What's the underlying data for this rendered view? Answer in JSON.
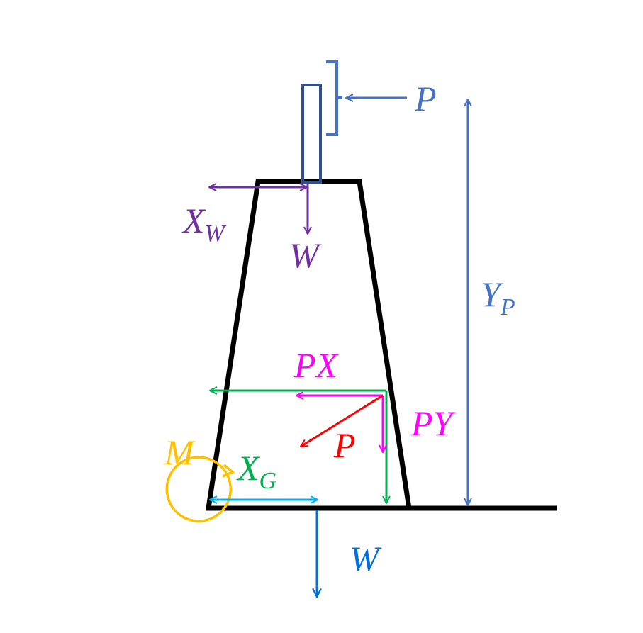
{
  "labels": {
    "load_top": "P",
    "wall_weight_top": "W",
    "wall_arm_main": "X",
    "wall_arm_sub": "W",
    "height_main": "Y",
    "height_sub": "P",
    "horizontal_component": "PX",
    "vertical_component": "PY",
    "resultant": "P",
    "moment": "M",
    "gravity_arm_main": "X",
    "gravity_arm_sub": "G",
    "total_weight": "W"
  },
  "colors": {
    "outline": "#000000",
    "post": "#2f4f8f",
    "load": "#4472c4",
    "wall_weight": "#7030a0",
    "components": "#ff00ff",
    "resultant": "#ff0000",
    "green_arrows": "#00b050",
    "moment": "#ffc000",
    "gravity_arm": "#00b0f0",
    "total_weight": "#0070e0"
  }
}
